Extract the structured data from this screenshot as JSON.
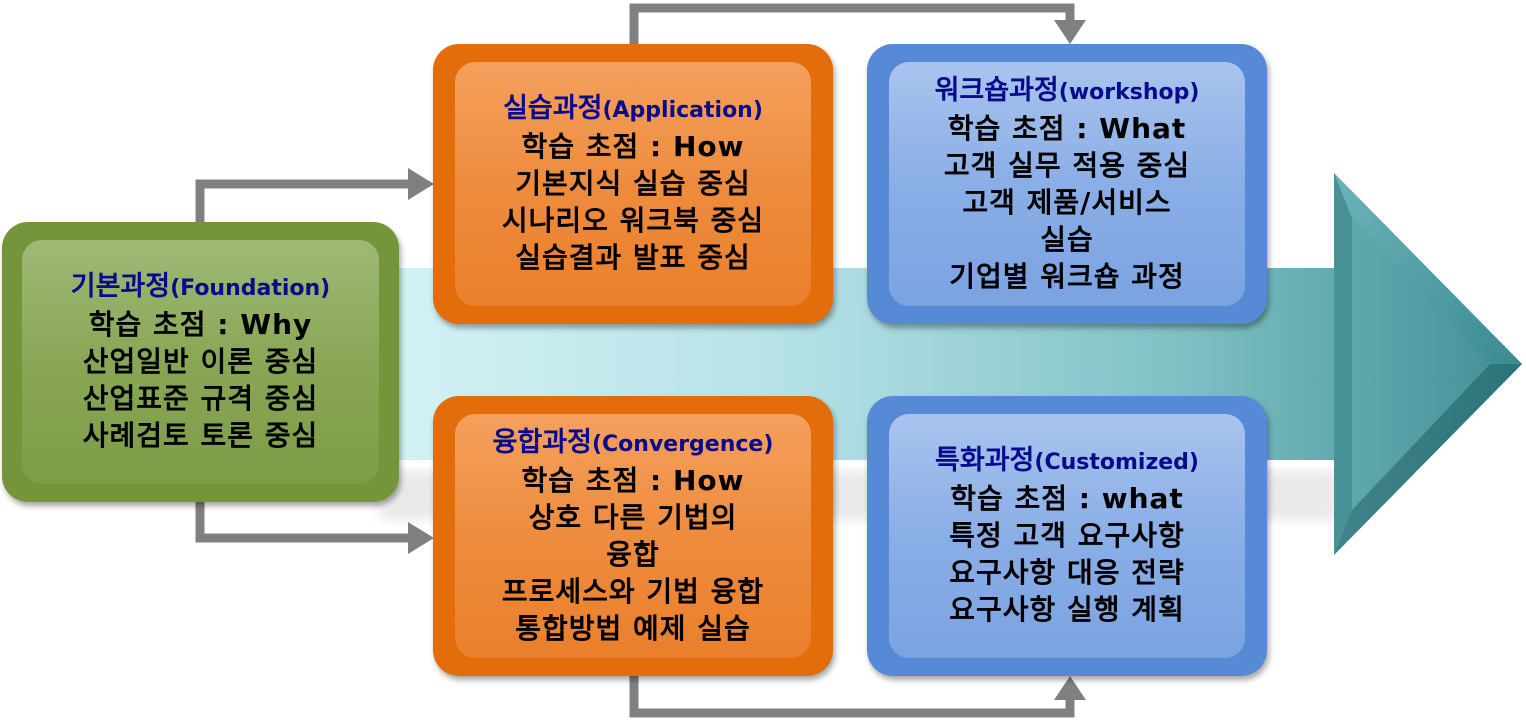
{
  "colors": {
    "title_text": "#0a0a8c",
    "body_text": "#000000",
    "foundation_fill": "#74953a",
    "application_fill": "#e36c0b",
    "workshop_fill": "#5689d6",
    "connector": "#808080",
    "big_arrow_light": "#c8ecf0",
    "big_arrow_dark": "#3a8e95"
  },
  "boxes": {
    "foundation": {
      "title_ko": "기본과정",
      "title_en": "(Foundation)",
      "lines": [
        "학습 초점 : Why",
        "산업일반 이론 중심",
        "산업표준 규격 중심",
        "사례검토 토론 중심"
      ]
    },
    "application": {
      "title_ko": "실습과정",
      "title_en": "(Application)",
      "lines": [
        "학습 초점 : How",
        "기본지식 실습 중심",
        "시나리오 워크북 중심",
        "실습결과 발표 중심"
      ]
    },
    "convergence": {
      "title_ko": "융합과정",
      "title_en": "(Convergence)",
      "lines": [
        "학습 초점 : How",
        "상호 다른 기법의",
        "융합",
        "프로세스와 기법 융합",
        "통합방법 예제 실습"
      ]
    },
    "workshop": {
      "title_ko": "워크숍과정",
      "title_en": "(workshop)",
      "lines": [
        "학습 초점 : What",
        "고객 실무 적용 중심",
        "고객 제품/서비스",
        "실습",
        "기업별 워크숍 과정"
      ]
    },
    "customized": {
      "title_ko": "특화과정",
      "title_en": "(Customized)",
      "lines": [
        "학습 초점 : what",
        "특정 고객 요구사항",
        "요구사항 대응 전략",
        "요구사항 실행 계획"
      ]
    }
  }
}
